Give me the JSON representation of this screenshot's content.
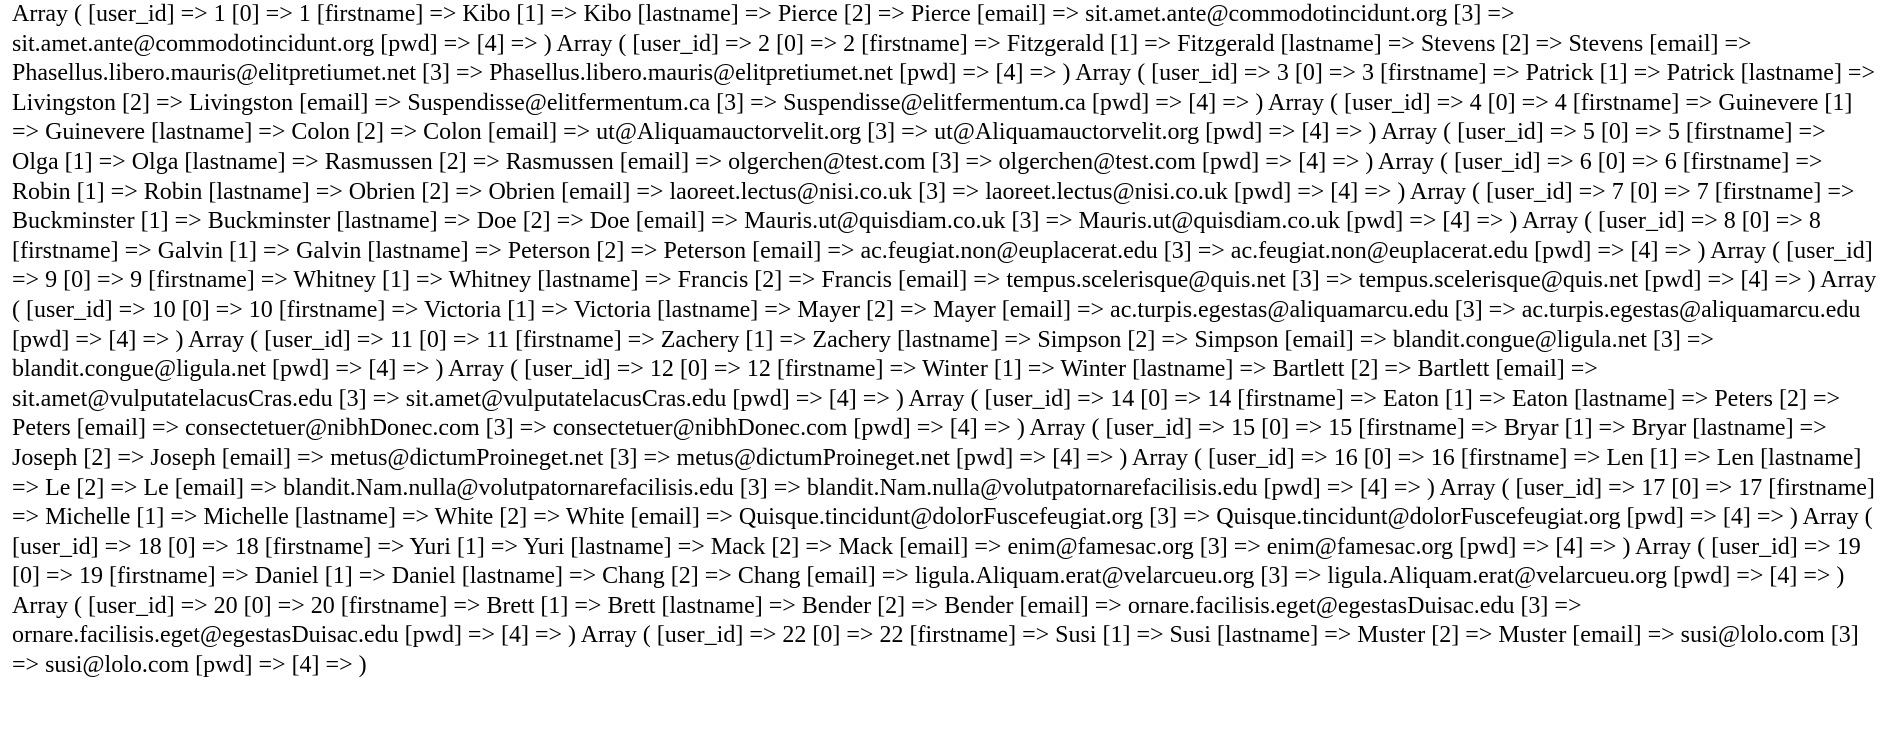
{
  "page": {
    "background": "#ffffff",
    "text_color": "#000000"
  },
  "records": [
    {
      "user_id": "1",
      "firstname": "Kibo",
      "lastname": "Pierce",
      "email": "sit.amet.ante@commodotincidunt.org",
      "pwd": ""
    },
    {
      "user_id": "2",
      "firstname": "Fitzgerald",
      "lastname": "Stevens",
      "email": "Phasellus.libero.mauris@elitpretiumet.net",
      "pwd": ""
    },
    {
      "user_id": "3",
      "firstname": "Patrick",
      "lastname": "Livingston",
      "email": "Suspendisse@elitfermentum.ca",
      "pwd": ""
    },
    {
      "user_id": "4",
      "firstname": "Guinevere",
      "lastname": "Colon",
      "email": "ut@Aliquamauctorvelit.org",
      "pwd": ""
    },
    {
      "user_id": "5",
      "firstname": "Olga",
      "lastname": "Rasmussen",
      "email": "olgerchen@test.com",
      "pwd": ""
    },
    {
      "user_id": "6",
      "firstname": "Robin",
      "lastname": "Obrien",
      "email": "laoreet.lectus@nisi.co.uk",
      "pwd": ""
    },
    {
      "user_id": "7",
      "firstname": "Buckminster",
      "lastname": "Doe",
      "email": "Mauris.ut@quisdiam.co.uk",
      "pwd": ""
    },
    {
      "user_id": "8",
      "firstname": "Galvin",
      "lastname": "Peterson",
      "email": "ac.feugiat.non@euplacerat.edu",
      "pwd": ""
    },
    {
      "user_id": "9",
      "firstname": "Whitney",
      "lastname": "Francis",
      "email": "tempus.scelerisque@quis.net",
      "pwd": ""
    },
    {
      "user_id": "10",
      "firstname": "Victoria",
      "lastname": "Mayer",
      "email": "ac.turpis.egestas@aliquamarcu.edu",
      "pwd": ""
    },
    {
      "user_id": "11",
      "firstname": "Zachery",
      "lastname": "Simpson",
      "email": "blandit.congue@ligula.net",
      "pwd": ""
    },
    {
      "user_id": "12",
      "firstname": "Winter",
      "lastname": "Bartlett",
      "email": "sit.amet@vulputatelacusCras.edu",
      "pwd": ""
    },
    {
      "user_id": "14",
      "firstname": "Eaton",
      "lastname": "Peters",
      "email": "consectetuer@nibhDonec.com",
      "pwd": ""
    },
    {
      "user_id": "15",
      "firstname": "Bryar",
      "lastname": "Joseph",
      "email": "metus@dictumProineget.net",
      "pwd": ""
    },
    {
      "user_id": "16",
      "firstname": "Len",
      "lastname": "Le",
      "email": "blandit.Nam.nulla@volutpatornarefacilisis.edu",
      "pwd": ""
    },
    {
      "user_id": "17",
      "firstname": "Michelle",
      "lastname": "White",
      "email": "Quisque.tincidunt@dolorFuscefeugiat.org",
      "pwd": ""
    },
    {
      "user_id": "18",
      "firstname": "Yuri",
      "lastname": "Mack",
      "email": "enim@famesac.org",
      "pwd": ""
    },
    {
      "user_id": "19",
      "firstname": "Daniel",
      "lastname": "Chang",
      "email": "ligula.Aliquam.erat@velarcueu.org",
      "pwd": ""
    },
    {
      "user_id": "20",
      "firstname": "Brett",
      "lastname": "Bender",
      "email": "ornare.facilisis.eget@egestasDuisac.edu",
      "pwd": ""
    },
    {
      "user_id": "22",
      "firstname": "Susi",
      "lastname": "Muster",
      "email": "susi@lolo.com",
      "pwd": ""
    }
  ]
}
